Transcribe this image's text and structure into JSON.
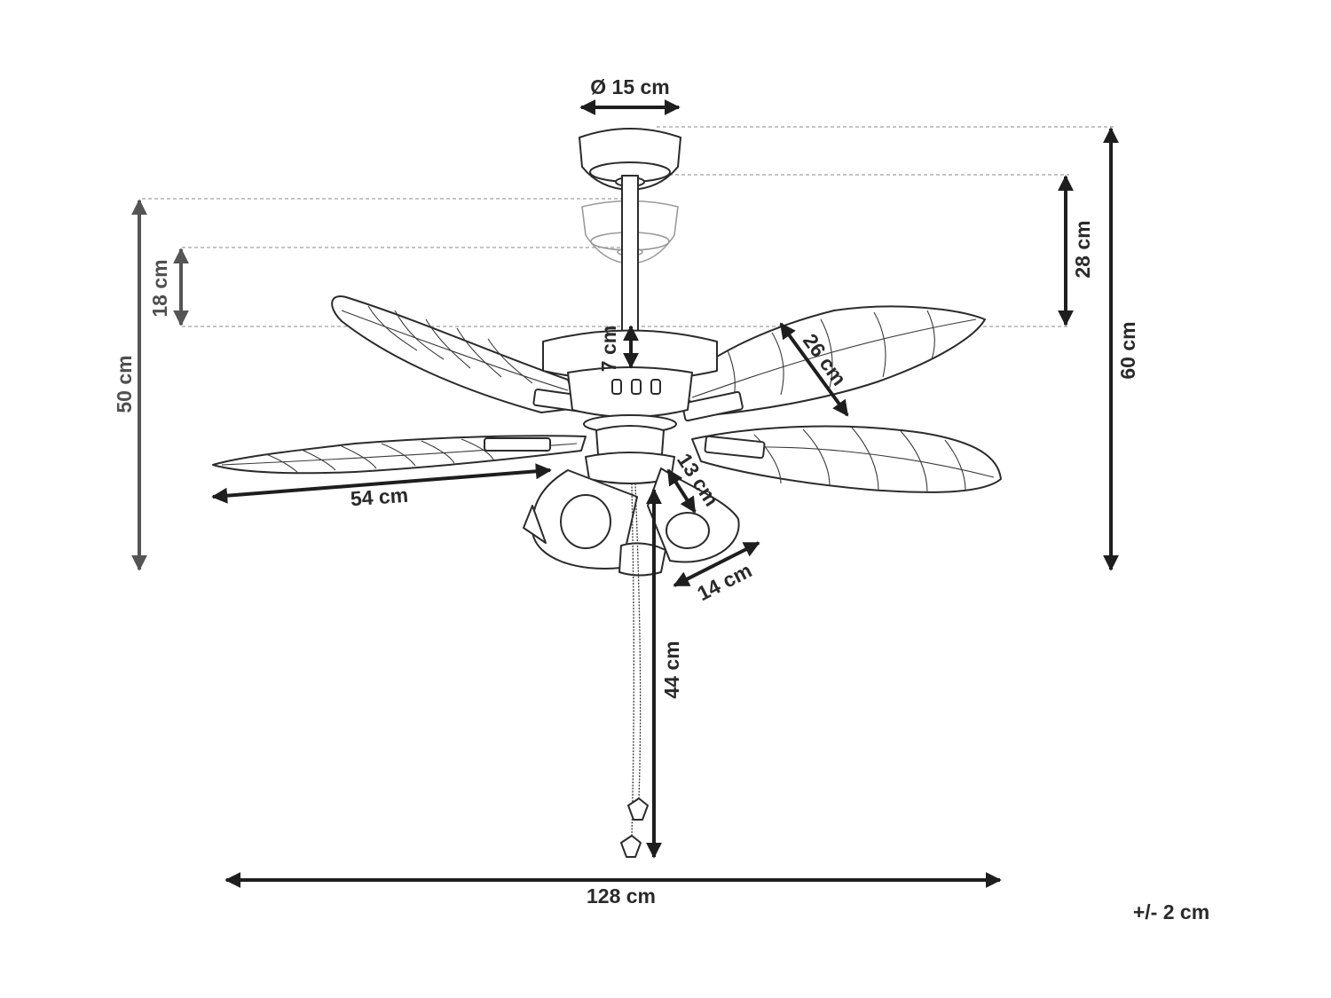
{
  "diagram": {
    "dimensions": {
      "canopy_diameter": "Ø 15 cm",
      "height_total": "60 cm",
      "height_downrod": "28 cm",
      "height_min": "50 cm",
      "height_adjust": "18 cm",
      "motor_height": "7 cm",
      "blade_width": "26 cm",
      "blade_length": "54 cm",
      "shade_height": "13 cm",
      "shade_diameter": "14 cm",
      "chain_length": "44 cm",
      "span": "128 cm"
    },
    "tolerance": "+/- 2 cm"
  }
}
